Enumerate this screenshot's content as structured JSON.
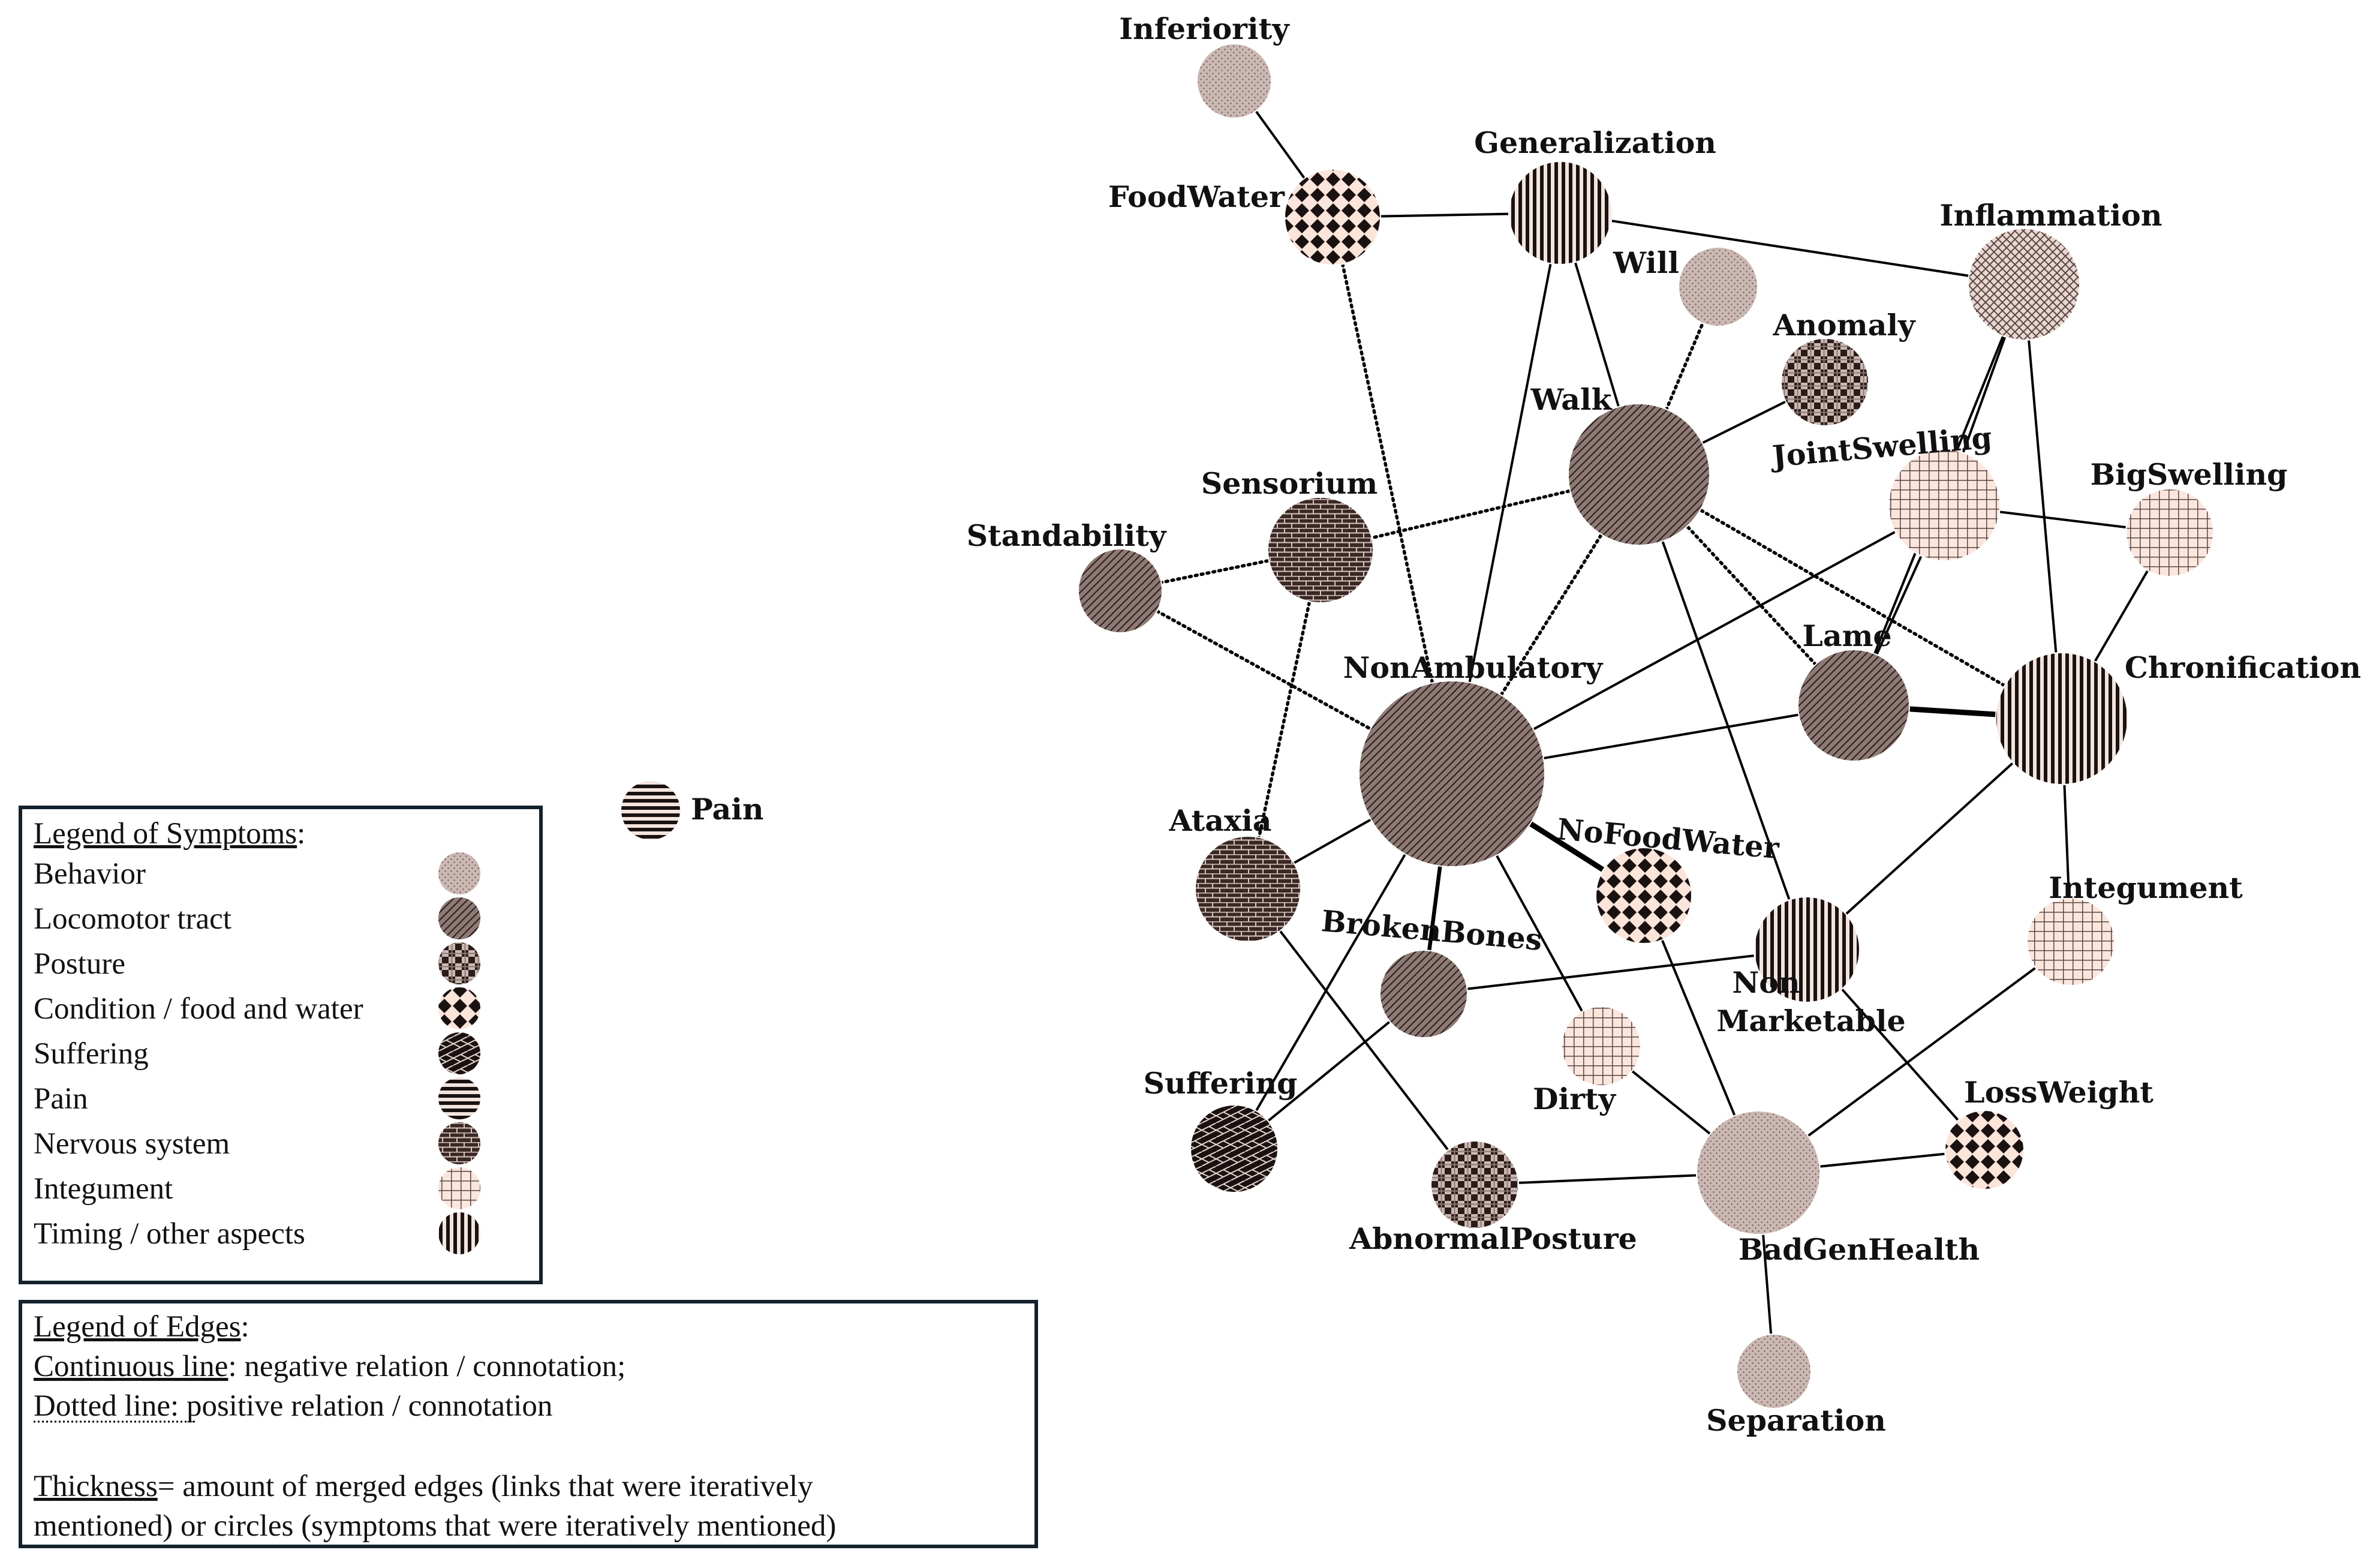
{
  "colors": {
    "ink": "#1a1210",
    "dark": "#3d2b27",
    "mid": "#8a7470",
    "light": "#c7b3ad",
    "cream": "#fbe6dd",
    "edge": "#000000"
  },
  "categories": [
    {
      "id": "behavior",
      "label": "Behavior",
      "pattern": "pat-behavior"
    },
    {
      "id": "locomotor",
      "label": "Locomotor tract",
      "pattern": "pat-locomotor"
    },
    {
      "id": "posture",
      "label": "Posture",
      "pattern": "pat-posture"
    },
    {
      "id": "condition",
      "label": "Condition / food and water",
      "pattern": "pat-condition"
    },
    {
      "id": "suffering",
      "label": "Suffering",
      "pattern": "pat-suffering"
    },
    {
      "id": "pain",
      "label": "Pain",
      "pattern": "pat-pain"
    },
    {
      "id": "nervous",
      "label": "Nervous system",
      "pattern": "pat-nervous"
    },
    {
      "id": "integument",
      "label": "Integument",
      "pattern": "pat-integument"
    },
    {
      "id": "timing",
      "label": "Timing / other aspects",
      "pattern": "pat-timing"
    }
  ],
  "legend_symptoms": {
    "title": "Legend of Symptoms",
    "title_suffix": ":"
  },
  "legend_edges": {
    "title": "Legend of Edges",
    "title_suffix": ":",
    "continuous_key": "Continuous line",
    "continuous_desc": ": negative relation / connotation;",
    "dotted_key": "Dotted line",
    "dotted_desc": ": positive relation / connotation",
    "thickness_key": "Thickness",
    "thickness_desc": "= amount of merged edges (links that were iteratively",
    "thickness_desc2": "mentioned) or circles (symptoms that were iteratively mentioned)"
  },
  "nodes": [
    {
      "id": "Inferiority",
      "label": "Inferiority",
      "category": "behavior"
    },
    {
      "id": "FoodWater",
      "label": "FoodWater",
      "category": "condition"
    },
    {
      "id": "Generalization",
      "label": "Generalization",
      "category": "timing"
    },
    {
      "id": "Will",
      "label": "Will",
      "category": "behavior"
    },
    {
      "id": "Inflammation",
      "label": "Inflammation",
      "category": "integument"
    },
    {
      "id": "Anomaly",
      "label": "Anomaly",
      "category": "posture"
    },
    {
      "id": "Walk",
      "label": "Walk",
      "category": "locomotor"
    },
    {
      "id": "JointSwelling",
      "label": "JointSwelling",
      "category": "integument"
    },
    {
      "id": "BigSwelling",
      "label": "BigSwelling",
      "category": "integument"
    },
    {
      "id": "Sensorium",
      "label": "Sensorium",
      "category": "nervous"
    },
    {
      "id": "Standability",
      "label": "Standability",
      "category": "locomotor"
    },
    {
      "id": "Lame",
      "label": "Lame",
      "category": "locomotor"
    },
    {
      "id": "Chronification",
      "label": "Chronification",
      "category": "timing"
    },
    {
      "id": "NonAmbulatory",
      "label": "NonAmbulatory",
      "category": "locomotor"
    },
    {
      "id": "Pain",
      "label": "Pain",
      "category": "pain"
    },
    {
      "id": "Ataxia",
      "label": "Ataxia",
      "category": "nervous"
    },
    {
      "id": "NoFoodWater",
      "label": "NoFoodWater",
      "category": "condition"
    },
    {
      "id": "Integument",
      "label": "Integument",
      "category": "integument"
    },
    {
      "id": "BrokenBones",
      "label": "BrokenBones",
      "category": "locomotor"
    },
    {
      "id": "NonMarketable",
      "label": "Non\nMarketable",
      "category": "timing"
    },
    {
      "id": "Dirty",
      "label": "Dirty",
      "category": "integument"
    },
    {
      "id": "LossWeight",
      "label": "LossWeight",
      "category": "condition"
    },
    {
      "id": "Suffering",
      "label": "Suffering",
      "category": "suffering"
    },
    {
      "id": "AbnormalPosture",
      "label": "AbnormalPosture",
      "category": "posture"
    },
    {
      "id": "BadGenHealth",
      "label": "BadGenHealth",
      "category": "behavior"
    },
    {
      "id": "Separation",
      "label": "Separation",
      "category": "behavior"
    }
  ],
  "edges": [
    {
      "from": "Inferiority",
      "to": "FoodWater",
      "style": "solid",
      "weight": 1
    },
    {
      "from": "FoodWater",
      "to": "Generalization",
      "style": "solid",
      "weight": 1
    },
    {
      "from": "FoodWater",
      "to": "NonAmbulatory",
      "style": "dotted",
      "weight": 1
    },
    {
      "from": "Generalization",
      "to": "Inflammation",
      "style": "solid",
      "weight": 1
    },
    {
      "from": "Generalization",
      "to": "Walk",
      "style": "solid",
      "weight": 1
    },
    {
      "from": "Generalization",
      "to": "NonAmbulatory",
      "style": "solid",
      "weight": 1
    },
    {
      "from": "Will",
      "to": "Walk",
      "style": "dotted",
      "weight": 1
    },
    {
      "from": "Anomaly",
      "to": "Walk",
      "style": "solid",
      "weight": 1
    },
    {
      "from": "Walk",
      "to": "Sensorium",
      "style": "dotted",
      "weight": 1
    },
    {
      "from": "Walk",
      "to": "NonAmbulatory",
      "style": "dotted",
      "weight": 1
    },
    {
      "from": "Walk",
      "to": "Lame",
      "style": "dotted",
      "weight": 1
    },
    {
      "from": "Walk",
      "to": "Chronification",
      "style": "dotted",
      "weight": 1
    },
    {
      "from": "Walk",
      "to": "NonMarketable",
      "style": "solid",
      "weight": 1
    },
    {
      "from": "Sensorium",
      "to": "Standability",
      "style": "dotted",
      "weight": 1
    },
    {
      "from": "Sensorium",
      "to": "Ataxia",
      "style": "dotted",
      "weight": 1
    },
    {
      "from": "Standability",
      "to": "NonAmbulatory",
      "style": "dotted",
      "weight": 1
    },
    {
      "from": "Inflammation",
      "to": "JointSwelling",
      "style": "solid",
      "weight": 1
    },
    {
      "from": "Inflammation",
      "to": "Lame",
      "style": "solid",
      "weight": 1
    },
    {
      "from": "Inflammation",
      "to": "Chronification",
      "style": "solid",
      "weight": 1
    },
    {
      "from": "JointSwelling",
      "to": "BigSwelling",
      "style": "solid",
      "weight": 1
    },
    {
      "from": "JointSwelling",
      "to": "NonAmbulatory",
      "style": "solid",
      "weight": 1
    },
    {
      "from": "JointSwelling",
      "to": "Lame",
      "style": "solid",
      "weight": 1
    },
    {
      "from": "BigSwelling",
      "to": "Chronification",
      "style": "solid",
      "weight": 1
    },
    {
      "from": "Lame",
      "to": "Chronification",
      "style": "solid",
      "weight": 3
    },
    {
      "from": "Lame",
      "to": "NonAmbulatory",
      "style": "solid",
      "weight": 1
    },
    {
      "from": "Chronification",
      "to": "NonMarketable",
      "style": "solid",
      "weight": 1
    },
    {
      "from": "Chronification",
      "to": "Integument",
      "style": "solid",
      "weight": 1
    },
    {
      "from": "NonAmbulatory",
      "to": "NoFoodWater",
      "style": "solid",
      "weight": 3
    },
    {
      "from": "NonAmbulatory",
      "to": "Ataxia",
      "style": "solid",
      "weight": 1
    },
    {
      "from": "NonAmbulatory",
      "to": "BrokenBones",
      "style": "solid",
      "weight": 2
    },
    {
      "from": "NonAmbulatory",
      "to": "Suffering",
      "style": "solid",
      "weight": 1
    },
    {
      "from": "NonAmbulatory",
      "to": "Dirty",
      "style": "solid",
      "weight": 1
    },
    {
      "from": "Ataxia",
      "to": "AbnormalPosture",
      "style": "solid",
      "weight": 1
    },
    {
      "from": "BrokenBones",
      "to": "Suffering",
      "style": "solid",
      "weight": 1
    },
    {
      "from": "BrokenBones",
      "to": "NonMarketable",
      "style": "solid",
      "weight": 1
    },
    {
      "from": "NoFoodWater",
      "to": "BadGenHealth",
      "style": "solid",
      "weight": 1
    },
    {
      "from": "Dirty",
      "to": "BadGenHealth",
      "style": "solid",
      "weight": 1
    },
    {
      "from": "NonMarketable",
      "to": "LossWeight",
      "style": "solid",
      "weight": 1
    },
    {
      "from": "Integument",
      "to": "BadGenHealth",
      "style": "solid",
      "weight": 1
    },
    {
      "from": "AbnormalPosture",
      "to": "BadGenHealth",
      "style": "solid",
      "weight": 1
    },
    {
      "from": "BadGenHealth",
      "to": "LossWeight",
      "style": "solid",
      "weight": 1
    },
    {
      "from": "BadGenHealth",
      "to": "Separation",
      "style": "solid",
      "weight": 1
    }
  ]
}
